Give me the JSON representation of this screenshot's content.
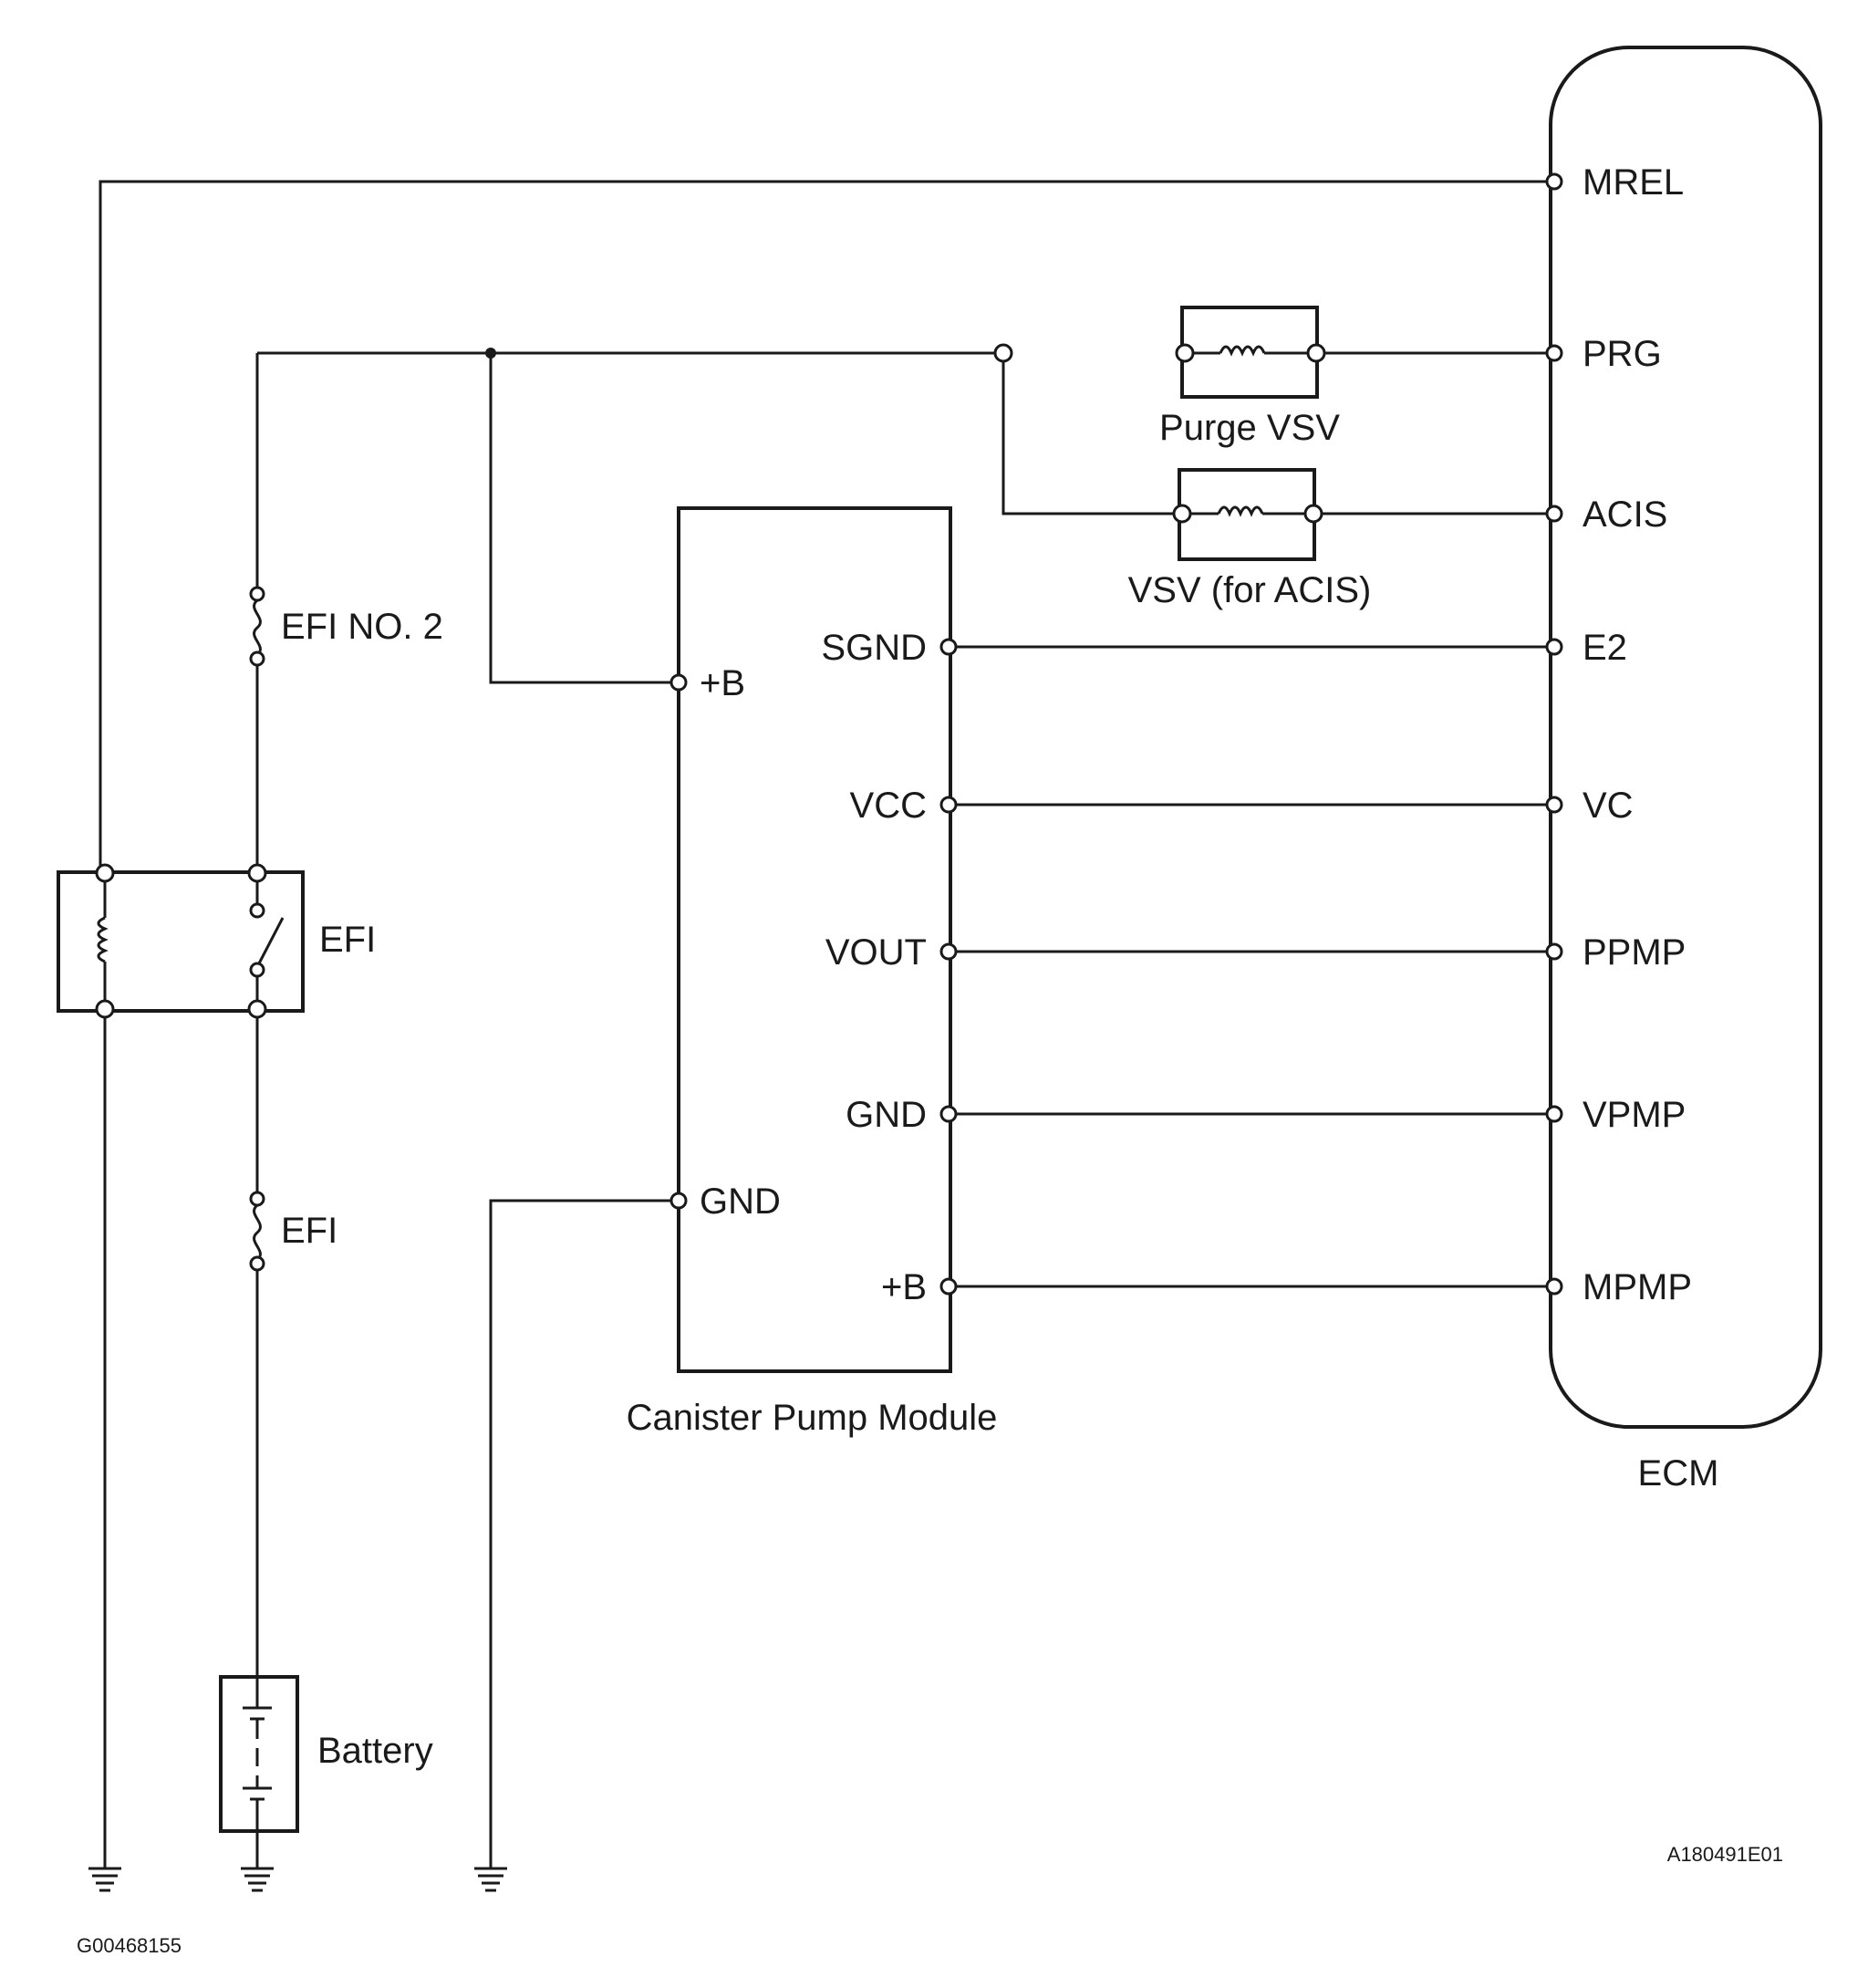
{
  "ecm": {
    "label": "ECM",
    "pins": [
      "MREL",
      "PRG",
      "ACIS",
      "E2",
      "VC",
      "PPMP",
      "VPMP",
      "MPMP"
    ]
  },
  "canister_pump_module": {
    "label": "Canister Pump Module",
    "left_pins": [
      "+B",
      "GND"
    ],
    "right_pins": [
      "SGND",
      "VCC",
      "VOUT",
      "GND",
      "+B"
    ]
  },
  "purge_vsv": {
    "label": "Purge VSV"
  },
  "vsv_acis": {
    "label": "VSV (for ACIS)"
  },
  "fuse_efi_no2": {
    "label": "EFI NO. 2"
  },
  "relay_efi": {
    "label": "EFI"
  },
  "fuse_efi": {
    "label": "EFI"
  },
  "battery": {
    "label": "Battery"
  },
  "figure_code": "A180491E01",
  "image_code": "G00468155"
}
